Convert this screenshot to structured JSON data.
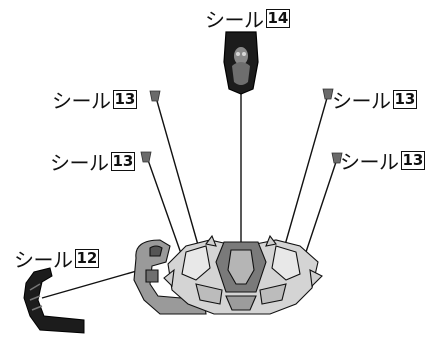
{
  "callouts": [
    {
      "id": "c14",
      "word": "シール",
      "num": "14"
    },
    {
      "id": "c13a",
      "word": "シール",
      "num": "13"
    },
    {
      "id": "c13b",
      "word": "シール",
      "num": "13"
    },
    {
      "id": "c13c",
      "word": "シール",
      "num": "13"
    },
    {
      "id": "c13d",
      "word": "シール",
      "num": "13"
    },
    {
      "id": "c12",
      "word": "シール",
      "num": "12"
    }
  ]
}
